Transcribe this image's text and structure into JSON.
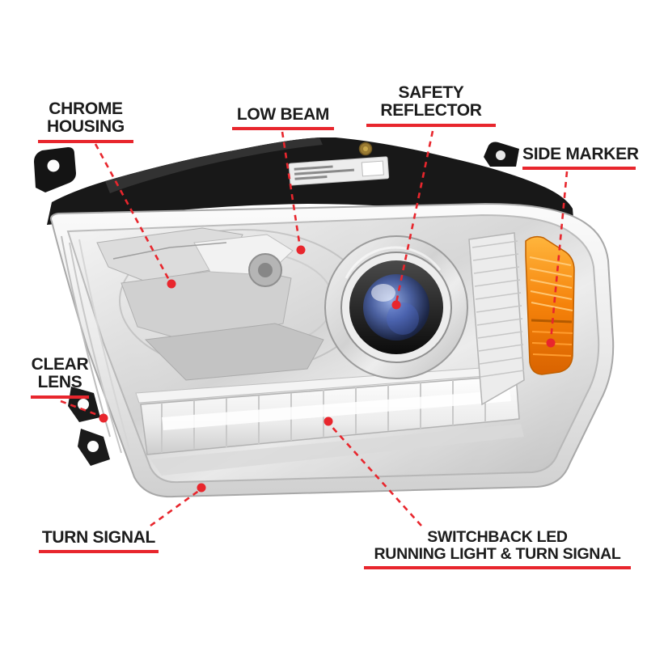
{
  "figure": {
    "description": "Annotated callout diagram of a chrome projector headlight assembly",
    "background_color": "#ffffff",
    "accent_color": "#e8262d",
    "housing_color": "#e6e6e6",
    "rear_cover_color": "#1a1a1a",
    "side_marker_color": "#f5820a",
    "projector_lens_color": "#44549e"
  },
  "callouts": {
    "chrome_housing": {
      "line1": "CHROME",
      "line2": "HOUSING"
    },
    "low_beam": {
      "line1": "LOW BEAM"
    },
    "safety_reflector": {
      "line1": "SAFETY",
      "line2": "REFLECTOR"
    },
    "side_marker": {
      "line1": "SIDE MARKER"
    },
    "clear_lens": {
      "line1": "CLEAR",
      "line2": "LENS"
    },
    "turn_signal": {
      "line1": "TURN SIGNAL"
    },
    "switchback_led": {
      "line1": "SWITCHBACK LED",
      "line2": "RUNNING LIGHT & TURN SIGNAL"
    }
  }
}
